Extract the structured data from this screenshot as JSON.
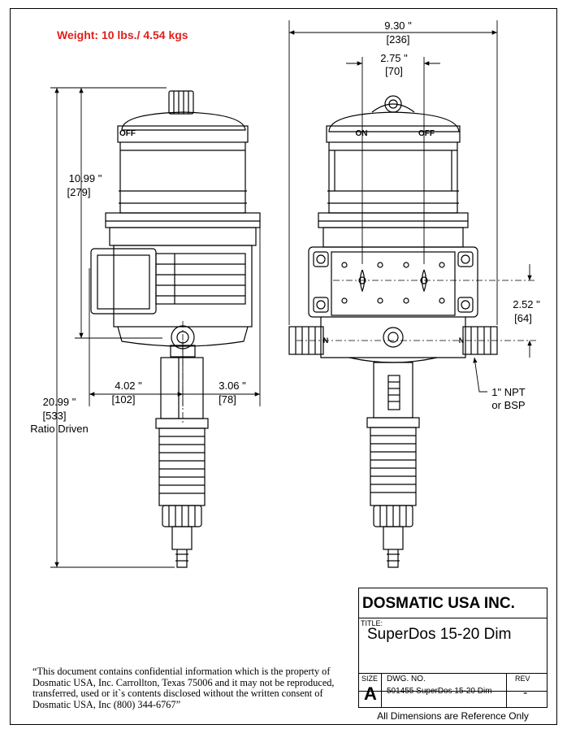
{
  "weight": "Weight: 10 lbs./ 4.54 kgs",
  "dims": {
    "width_total": "9.30 \"",
    "width_total_mm": "[236]",
    "top_spacing": "2.75 \"",
    "top_spacing_mm": "[70]",
    "upper_height": "10.99 \"",
    "upper_height_mm": "[279]",
    "total_height": "20.99 \"",
    "total_height_mm": "[533]",
    "total_height_note": "Ratio Driven",
    "left_offset": "4.02 \"",
    "left_offset_mm": "[102]",
    "right_offset": "3.06 \"",
    "right_offset_mm": "[78]",
    "inlet_height": "2.52 \"",
    "inlet_height_mm": "[64]",
    "thread": "1\" NPT",
    "thread_alt": "or BSP"
  },
  "labels": {
    "on": "ON",
    "off": "OFF",
    "off_left": "OFF",
    "n_left": "N",
    "n_right": "N"
  },
  "notice": "“This document contains confidential information which is the property of Dosmatic USA, Inc. Carrollton, Texas 75006 and it may not be reproduced, transferred, used or it`s contents disclosed without the written consent of Dosmatic USA, Inc (800) 344-6767”",
  "title_block": {
    "company": "DOSMATIC USA INC.",
    "title_label": "TITLE:",
    "title": "SuperDos 15-20 Dim",
    "size_label": "SIZE",
    "size": "A",
    "dwg_label": "DWG.  NO.",
    "dwg": "501455 SuperDos 15-20 Dim",
    "rev_label": "REV",
    "rev": "-",
    "footer": "All Dimensions are Reference Only"
  }
}
